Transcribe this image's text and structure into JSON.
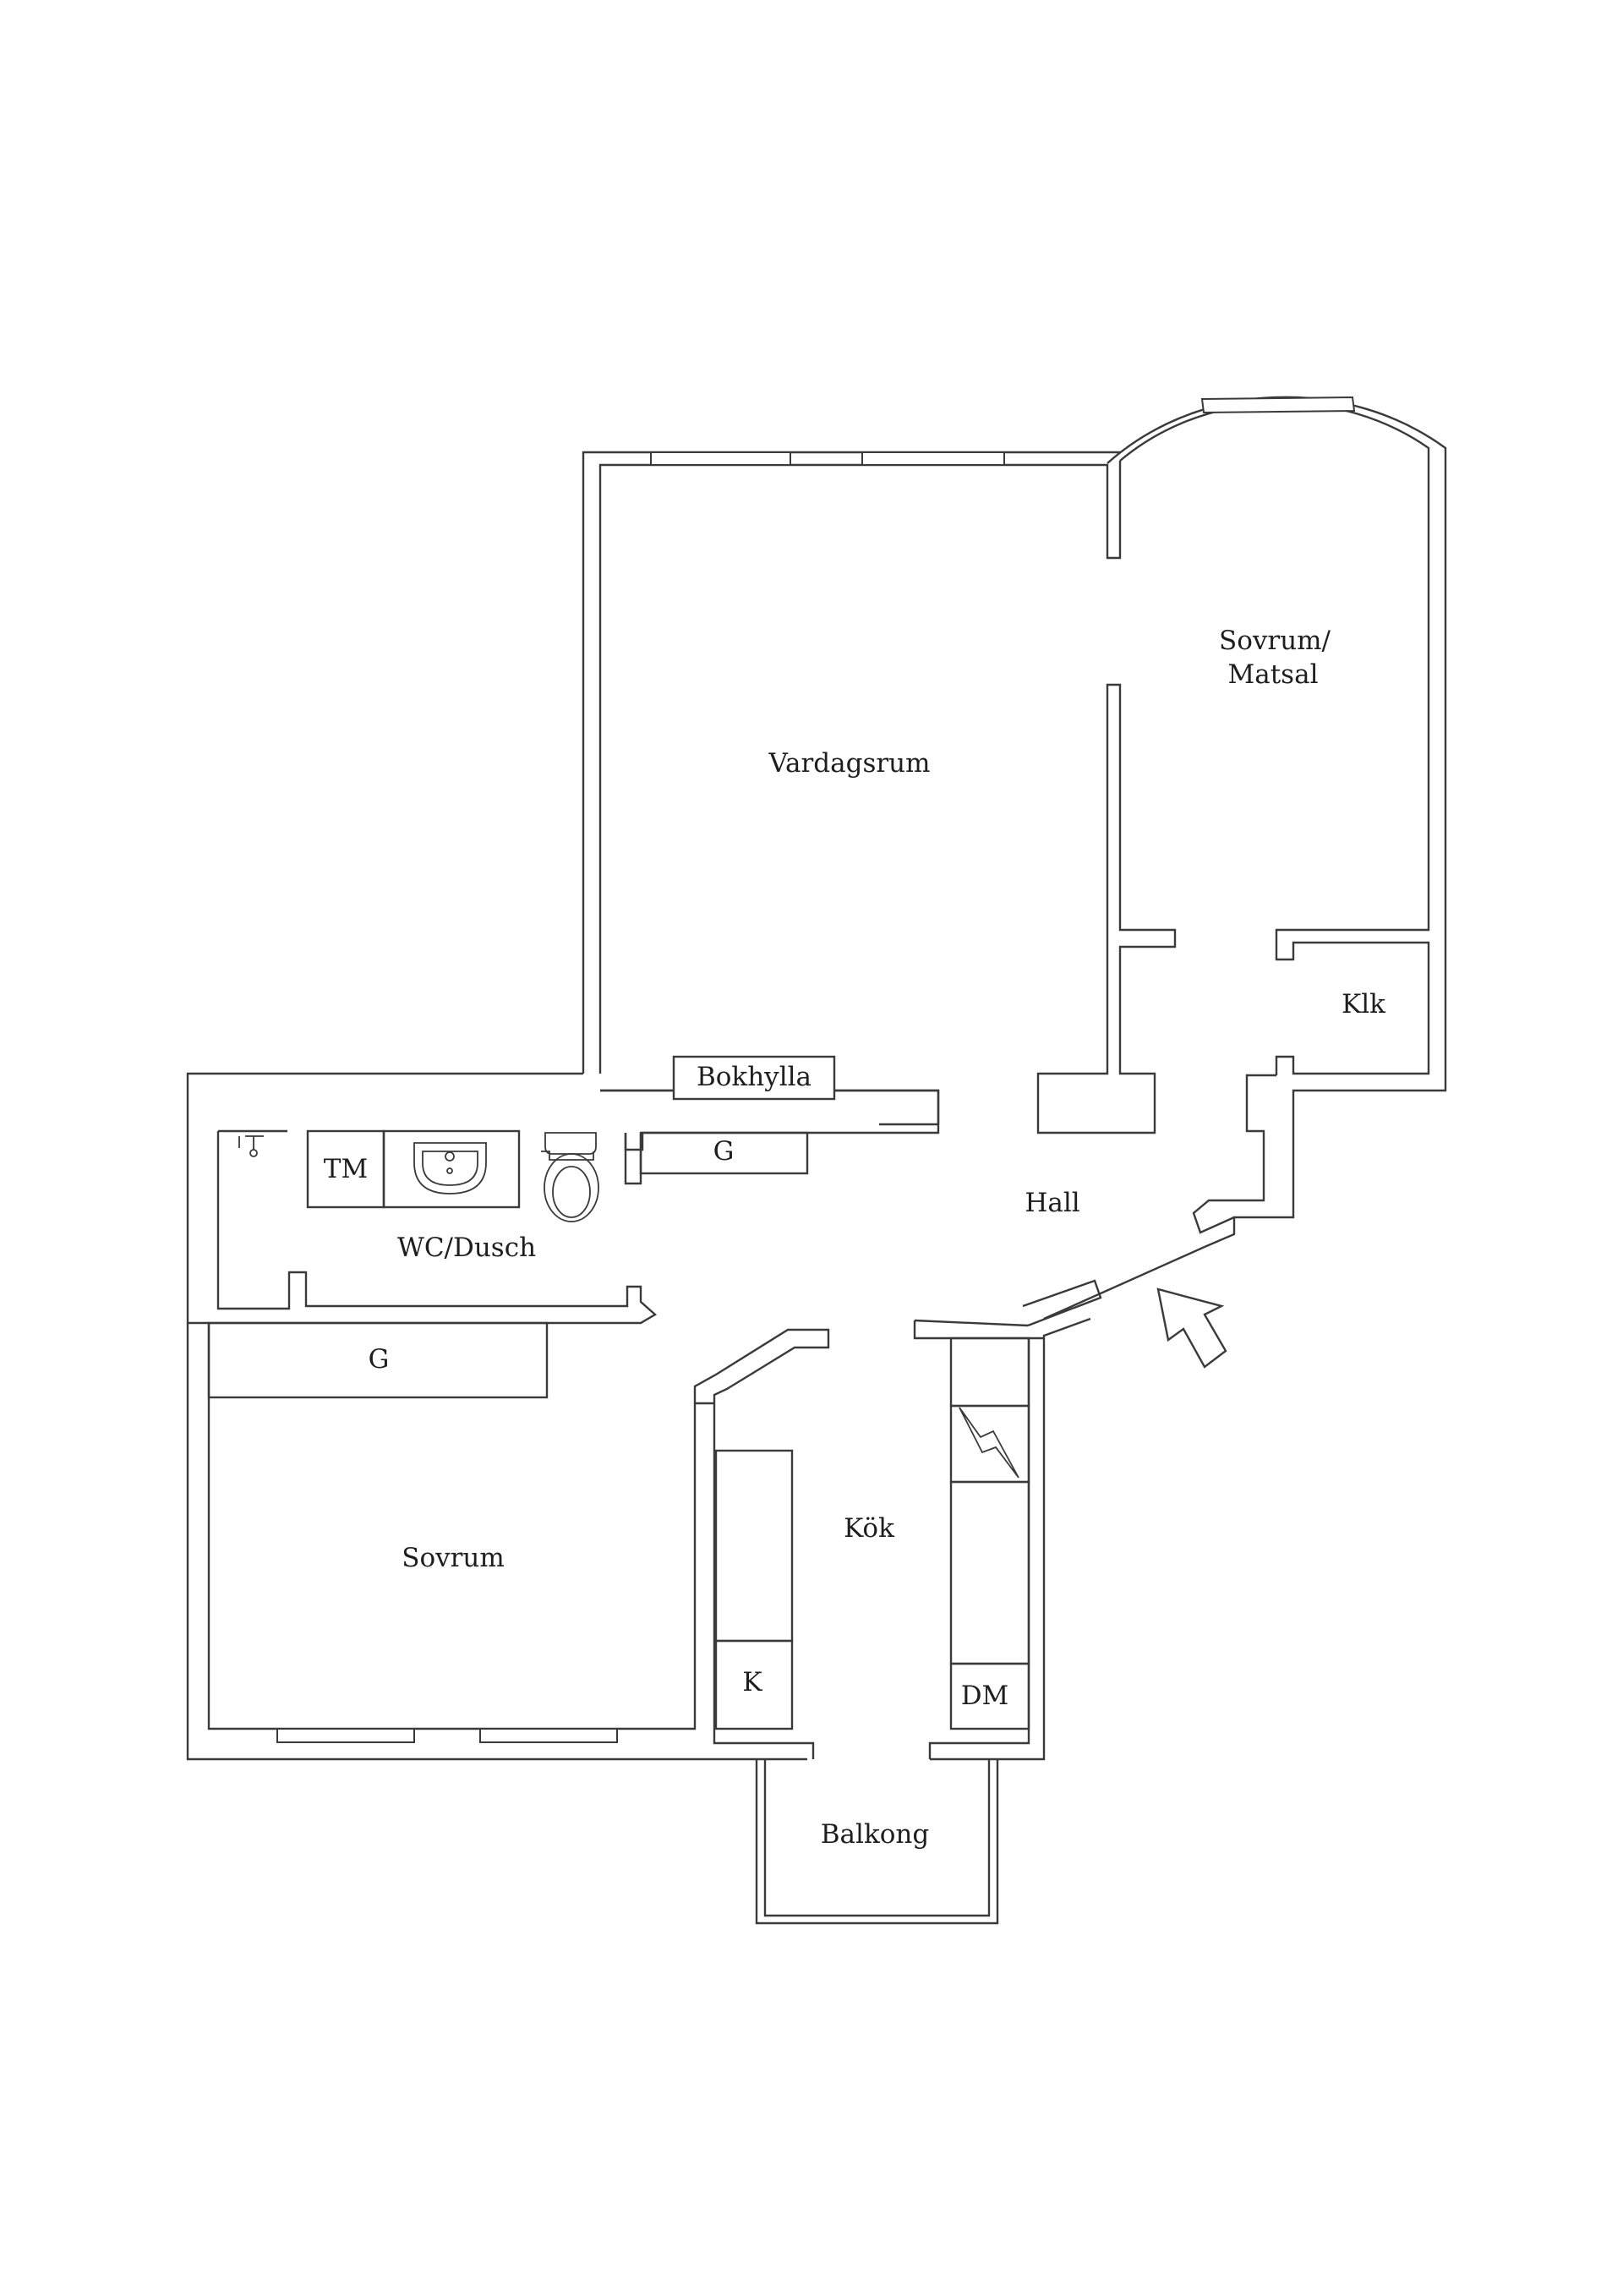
{
  "rooms": {
    "vardagsrum": "Vardagsrum",
    "sovrum_matsal_line1": "Sovrum/",
    "sovrum_matsal_line2": "Matsal",
    "klk": "Klk",
    "hall": "Hall",
    "bokhylla": "Bokhylla",
    "g_hall": "G",
    "tm": "TM",
    "wc_dusch": "WC/Dusch",
    "g_sovrum": "G",
    "sovrum": "Sovrum",
    "kok": "Kök",
    "k": "K",
    "dm": "DM",
    "balkong": "Balkong"
  },
  "entrance_arrow_icon": "entrance-arrow-icon"
}
